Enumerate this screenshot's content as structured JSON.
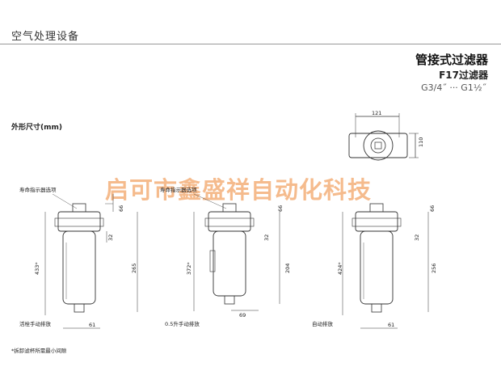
{
  "header": {
    "section": "空气处理设备",
    "title": "管接式过滤器",
    "subtitle": "F17过滤器",
    "ports": "G3/4˝ ··· G1½˝"
  },
  "dimensions_label": "外形尺寸(mm)",
  "watermark": "启可市鑫盛祥自动化科技",
  "top_view": {
    "width": "121",
    "height": "110"
  },
  "filters": [
    {
      "top_label": "寿命指示器选项",
      "top": "66",
      "mid": "32",
      "overall": "433*",
      "body": "265",
      "drain_label": "活栓手动排放",
      "base": "61"
    },
    {
      "top_label": "寿命指示器选项",
      "top": "66",
      "mid": "32",
      "overall": "372*",
      "body": "204",
      "drain_label": "0.5升手动排放",
      "base": "69"
    },
    {
      "top_label": "",
      "top": "66",
      "mid": "32",
      "overall": "424*",
      "body": "256",
      "drain_label": "自动排放",
      "base": "61"
    }
  ],
  "footnote": "*拆卸滤杯所需最小间隙"
}
